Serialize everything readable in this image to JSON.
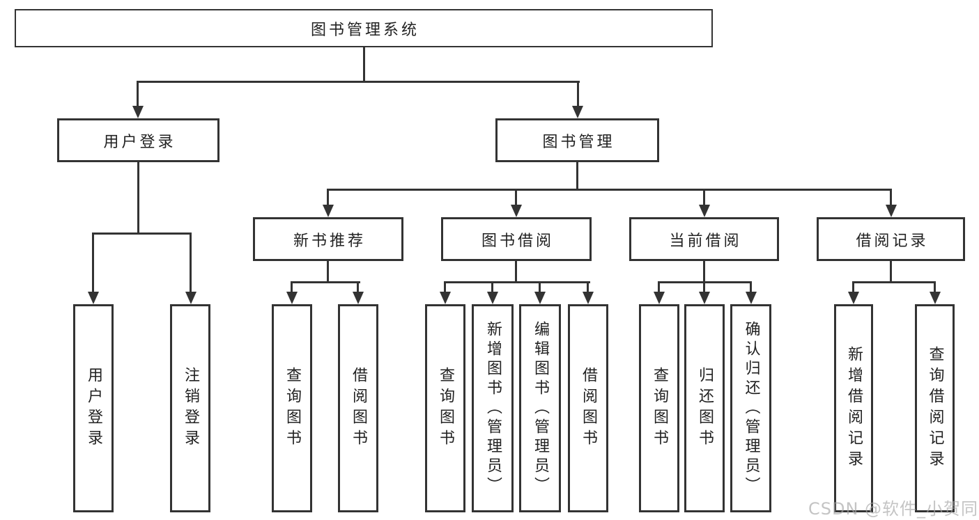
{
  "tree": {
    "label": "图书管理系统",
    "children": [
      {
        "label": "用户登录",
        "children": [
          {
            "label": "用户登录"
          },
          {
            "label": "注销登录"
          }
        ]
      },
      {
        "label": "图书管理",
        "children": [
          {
            "label": "新书推荐",
            "children": [
              {
                "label": "查询图书"
              },
              {
                "label": "借阅图书"
              }
            ]
          },
          {
            "label": "图书借阅",
            "children": [
              {
                "label": "查询图书"
              },
              {
                "label": "新增图书（管理员）"
              },
              {
                "label": "编辑图书（管理员）"
              },
              {
                "label": "借阅图书"
              }
            ]
          },
          {
            "label": "当前借阅",
            "children": [
              {
                "label": "查询图书"
              },
              {
                "label": "归还图书"
              },
              {
                "label": "确认归还（管理员）"
              }
            ]
          },
          {
            "label": "借阅记录",
            "children": [
              {
                "label": "新增借阅记录"
              },
              {
                "label": "查询借阅记录"
              }
            ]
          }
        ]
      }
    ]
  },
  "watermark": "CSDN @软件_小贺同学",
  "colors": {
    "line": "#333333",
    "box_border": "#333333",
    "text": "#222222",
    "background": "#ffffff",
    "watermark": "#a5a5a5"
  }
}
